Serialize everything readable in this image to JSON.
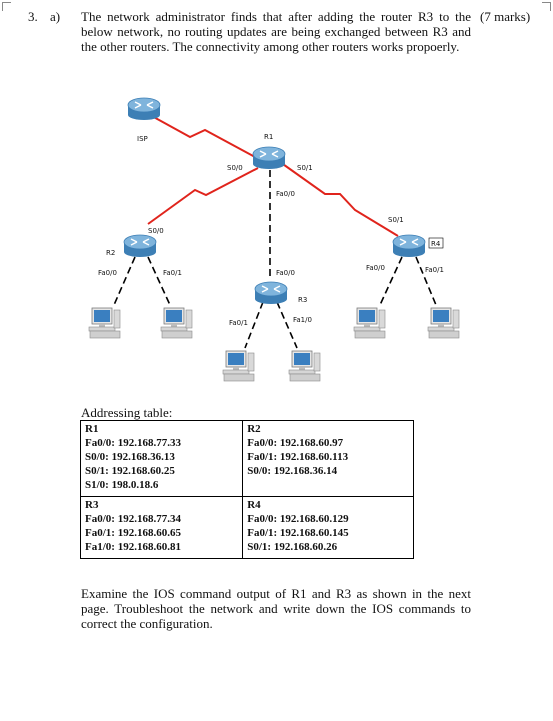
{
  "question": {
    "number": "3.",
    "part": "a)",
    "marks": "(7 marks)",
    "text": "The network administrator finds that after adding the router R3 to the below network, no routing updates are being exchanged between R3 and the other routers. The connectivity among other routers works propoerly."
  },
  "diagram": {
    "routers": {
      "isp": "ISP",
      "r1": "R1",
      "r2": "R2",
      "r3": "R3",
      "r4": "R4"
    },
    "interfaces": {
      "r1_s00": "S0/0",
      "r1_s01": "S0/1",
      "r1_fa00": "Fa0/0",
      "r2_s00": "S0/0",
      "r2_fa00": "Fa0/0",
      "r2_fa01": "Fa0/1",
      "r3_fa00": "Fa0/0",
      "r3_fa01": "Fa0/1",
      "r3_fa10": "Fa1/0",
      "r4_s01": "S0/1",
      "r4_fa00": "Fa0/0",
      "r4_fa01": "Fa0/1"
    },
    "colors": {
      "serial_link": "#e0241c",
      "ethernet_link": "#000000",
      "router_body": "#4a90c2",
      "pc_screen": "#3a7fc0"
    }
  },
  "addressing": {
    "title": "Addressing table:",
    "r1": {
      "name": "R1",
      "lines": [
        "Fa0/0: 192.168.77.33",
        "S0/0: 192.168.36.13",
        "S0/1: 192.168.60.25",
        "S1/0: 198.0.18.6"
      ]
    },
    "r2": {
      "name": "R2",
      "lines": [
        "Fa0/0: 192.168.60.97",
        "Fa0/1: 192.168.60.113",
        "S0/0: 192.168.36.14"
      ]
    },
    "r3": {
      "name": "R3",
      "lines": [
        "Fa0/0: 192.168.77.34",
        "Fa0/1: 192.168.60.65",
        "Fa1/0: 192.168.60.81"
      ]
    },
    "r4": {
      "name": "R4",
      "lines": [
        "Fa0/0: 192.168.60.129",
        "Fa0/1: 192.168.60.145",
        "S0/1: 192.168.60.26"
      ]
    }
  },
  "closing_text": "Examine the IOS command output of R1 and R3 as shown in the next page. Troubleshoot the network and write down the IOS commands to correct the configuration."
}
